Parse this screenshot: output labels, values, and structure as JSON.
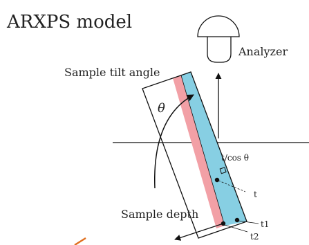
{
  "title": "ARXPS model",
  "labels": {
    "analyzer": "Analyzer",
    "tilt": "Sample tilt angle",
    "theta": "θ",
    "tcos": "t/cos θ",
    "t": "t",
    "depth": "Sample depth",
    "t1": "t1",
    "t2": "t2"
  },
  "colors": {
    "blue_layer": "#87cfe3",
    "pink_layer": "#f2a0a6",
    "line": "#111111",
    "text": "#222222"
  }
}
